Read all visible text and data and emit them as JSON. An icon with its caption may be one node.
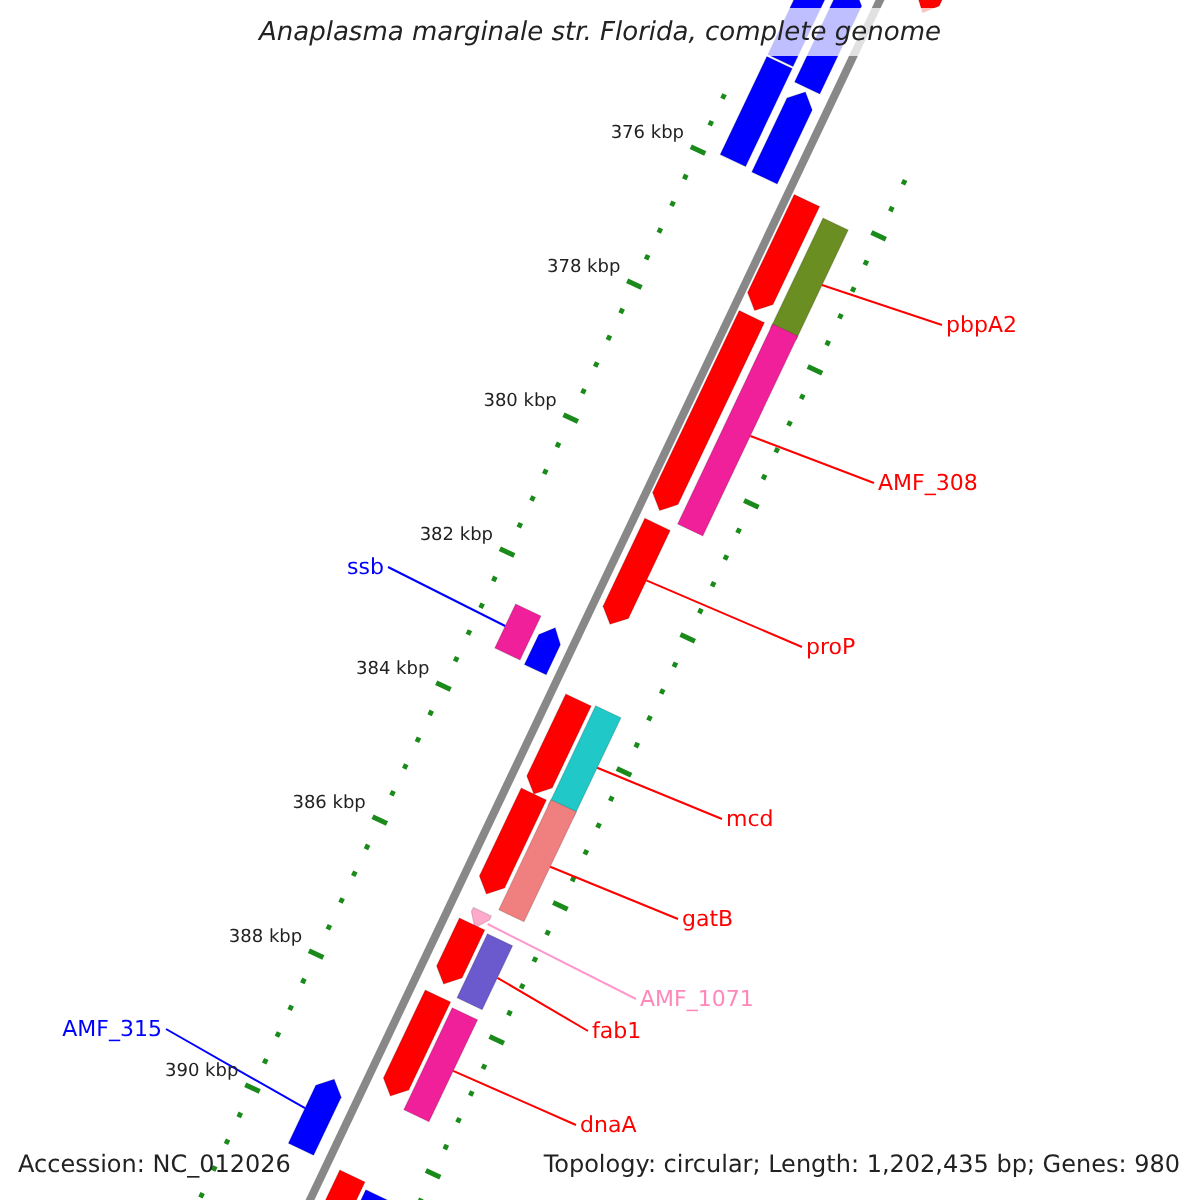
{
  "diagram": {
    "title": "Anaplasma marginale str. Florida, complete genome",
    "nodes": [
      {
        "text": [
          "pbpA2"
        ]
      },
      {
        "text": [
          "AMF_308"
        ]
      },
      {
        "text": [
          "ssb"
        ]
      },
      {
        "text": [
          "proP"
        ]
      },
      {
        "text": [
          "mcd"
        ]
      },
      {
        "text": [
          "gatB"
        ]
      },
      {
        "text": [
          "AMF_1071"
        ]
      },
      {
        "text": [
          "fab1"
        ]
      },
      {
        "text": [
          "AMF_315"
        ]
      },
      {
        "text": [
          "dnaA"
        ]
      },
      {
        "text": [],
        "shape": "arrow"
      },
      {
        "text": [],
        "shape": "arrow"
      },
      {
        "text": [],
        "shape": "bar"
      },
      {
        "text": [],
        "shape": "bar"
      },
      {
        "text": [],
        "shape": "arrow"
      },
      {
        "text": [],
        "shape": "arrow"
      },
      {
        "text": [],
        "shape": "bar"
      },
      {
        "text": [],
        "shape": "bar"
      },
      {
        "text": [],
        "shape": "arrow"
      },
      {
        "text": [],
        "shape": "arrow"
      },
      {
        "text": [],
        "shape": "bar"
      },
      {
        "text": [],
        "shape": "arrow"
      },
      {
        "text": [],
        "shape": "bar"
      },
      {
        "text": [],
        "shape": "arrow"
      },
      {
        "text": [],
        "shape": "bar"
      },
      {
        "text": [],
        "shape": "arrow"
      },
      {
        "text": [],
        "shape": "arrow"
      },
      {
        "text": [],
        "shape": "arrow"
      },
      {
        "text": [],
        "shape": "bar"
      },
      {
        "text": [],
        "shape": "arrow"
      },
      {
        "text": [],
        "shape": "bar"
      },
      {
        "text": [],
        "shape": "arrow"
      },
      {
        "text": [],
        "shape": "arrow"
      },
      {
        "text": [],
        "shape": "bar"
      }
    ],
    "edges": [
      {
        "from": 0,
        "to": 16,
        "arrow": "none"
      },
      {
        "from": 1,
        "to": 17,
        "arrow": "none"
      },
      {
        "from": 2,
        "to": 20,
        "arrow": "none",
        "color": "#0000ff"
      },
      {
        "from": 3,
        "to": 19,
        "arrow": "none"
      },
      {
        "from": 4,
        "to": 22,
        "arrow": "none"
      },
      {
        "from": 5,
        "to": 24,
        "arrow": "none"
      },
      {
        "from": 6,
        "to": 26,
        "arrow": "none",
        "color": "#ff99cc"
      },
      {
        "from": 7,
        "to": 28,
        "arrow": "none"
      },
      {
        "from": 8,
        "to": 31,
        "arrow": "none",
        "color": "#0000ff"
      },
      {
        "from": 9,
        "to": 30,
        "arrow": "none"
      }
    ],
    "labels": [
      "376 kbp",
      "378 kbp",
      "380 kbp",
      "382 kbp",
      "384 kbp",
      "386 kbp",
      "388 kbp",
      "390 kbp",
      "Accession: NC_012026",
      "Topology: circular; Length: 1,202,435 bp; Genes: 980"
    ]
  }
}
